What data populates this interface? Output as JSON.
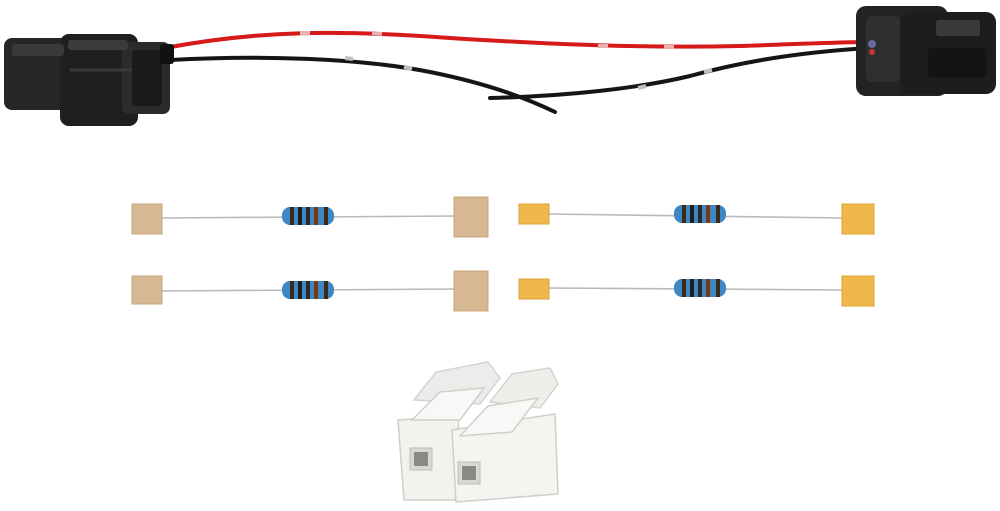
{
  "product": {
    "items": [
      {
        "name": "wiring-harness-adapter",
        "quantity": 1
      },
      {
        "name": "resistor-with-tape-pads",
        "quantity": 4
      },
      {
        "name": "spring-lever-wire-connector",
        "quantity": 1
      }
    ],
    "colors": {
      "background": "#ffffff",
      "connector_plastic": "#222222",
      "wire_red": "#d61a1a",
      "wire_black": "#151515",
      "resistor_body": "#3f86c6",
      "tape_pad_beige": "#d6b993",
      "tape_pad_yellow": "#f0b84a",
      "terminal_block": "#f2f2ef"
    },
    "icons": [
      "connector-plug-icon",
      "connector-socket-icon",
      "resistor-icon",
      "terminal-block-icon"
    ]
  }
}
